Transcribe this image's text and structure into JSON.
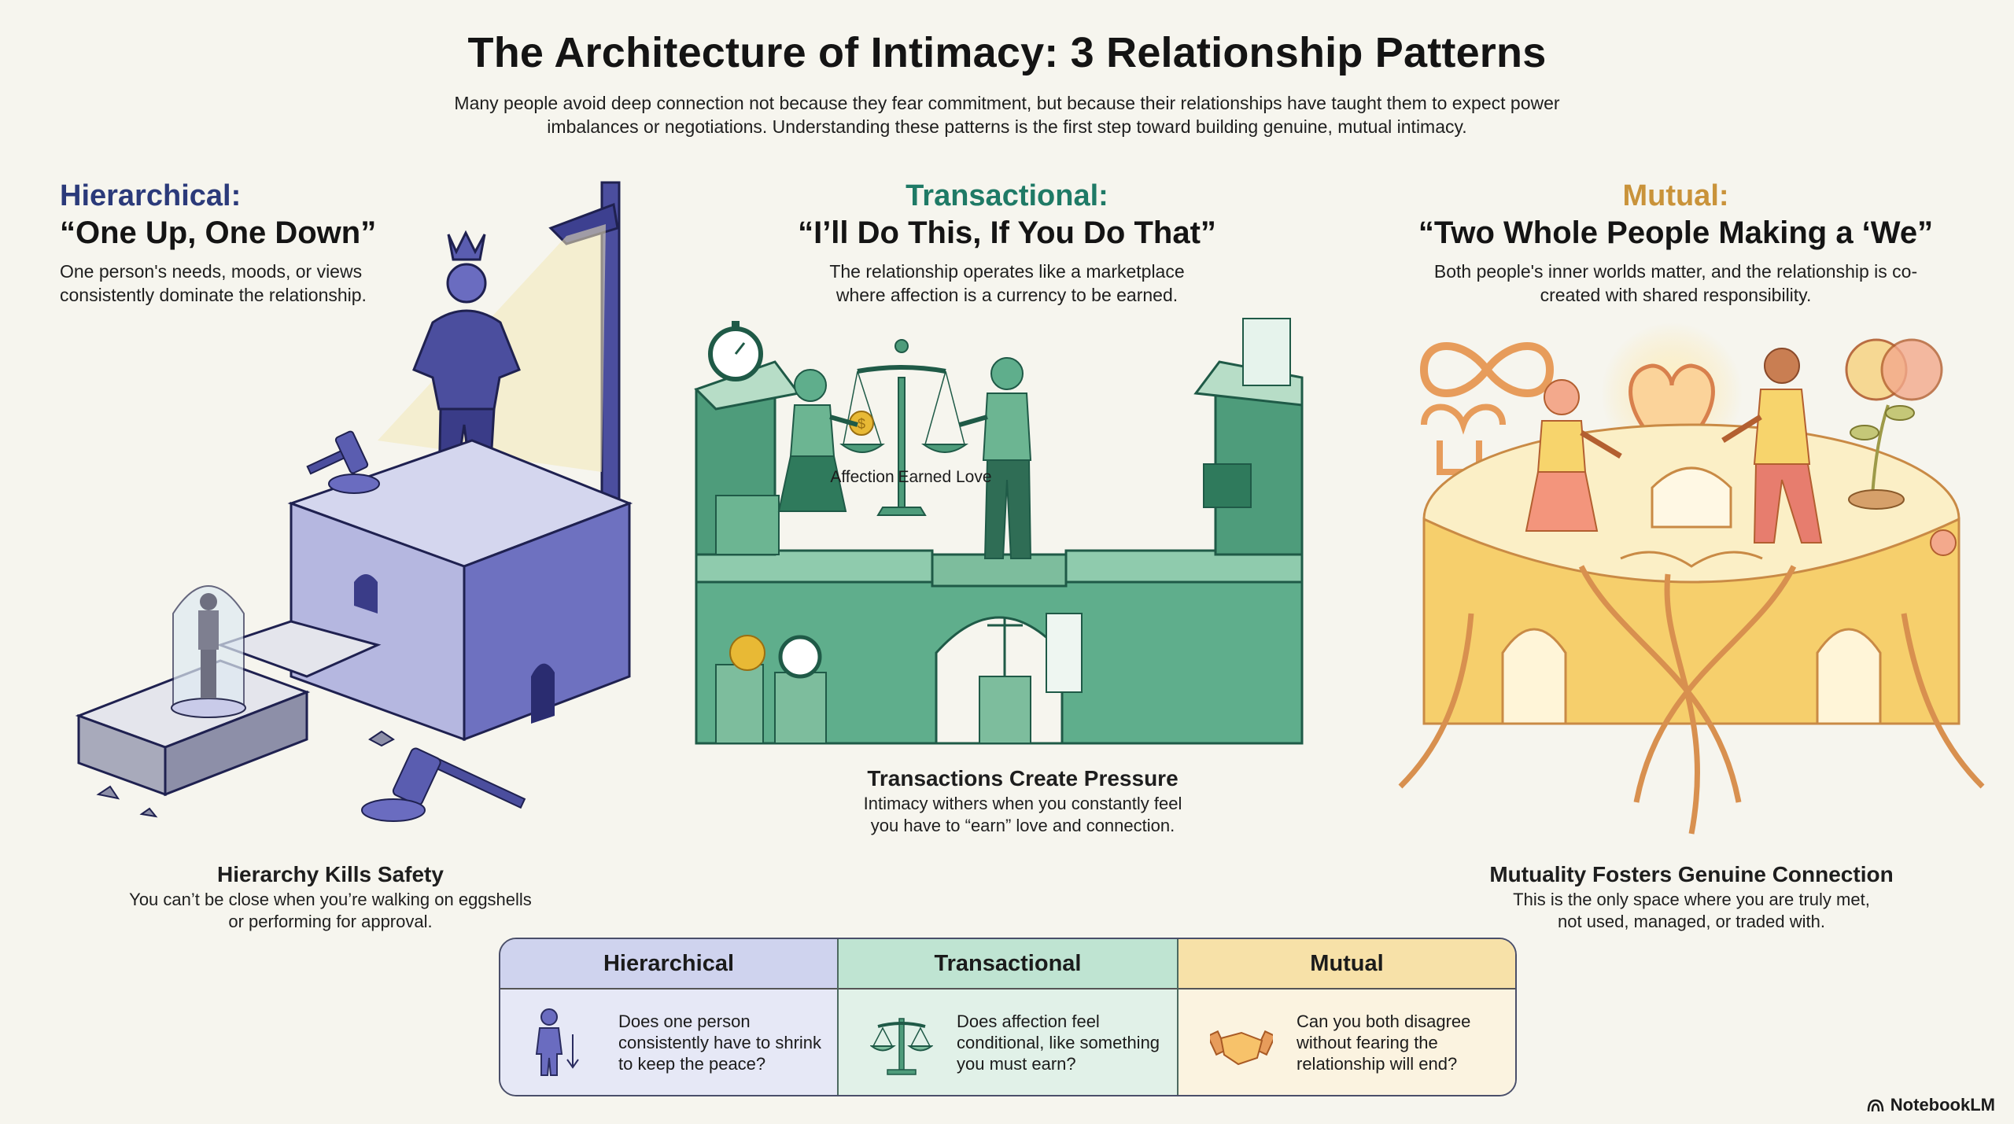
{
  "header": {
    "title": "The Architecture of Intimacy: 3 Relationship Patterns",
    "intro": "Many people avoid deep connection not because they fear commitment, but because their relationships have taught them to expect power imbalances or negotiations. Understanding these patterns is the first step toward building genuine, mutual intimacy."
  },
  "patterns": [
    {
      "kicker": "Hierarchical:",
      "quote": "“One Up, One Down”",
      "description": "One person's needs, moods, or views consistently dominate the relationship.",
      "caption_title": "Hierarchy Kills Safety",
      "caption_body": "You can’t be close when you’re walking on eggshells or performing for approval.",
      "accent": "#2b3a7a",
      "illustration": [
        "crown-icon",
        "spotlight-icon",
        "gavel-icon",
        "glass-dome-icon",
        "cracked-pedestal-icon"
      ]
    },
    {
      "kicker": "Transactional:",
      "quote": "“I’ll Do This, If You Do That”",
      "description": "The relationship operates like a marketplace where affection is a currency to be earned.",
      "caption_title": "Transactions Create Pressure",
      "caption_body": "Intimacy withers when you constantly feel you have to “earn” love and connection.",
      "accent": "#1f7a66",
      "illustration_labels": [
        "Affection",
        "Earned Love"
      ],
      "illustration": [
        "stopwatch-icon",
        "market-stall-icon",
        "balance-scale-icon",
        "coin-icon",
        "receipt-icon",
        "bridge-icon"
      ]
    },
    {
      "kicker": "Mutual:",
      "quote": "“Two Whole People Making a ‘We”",
      "description": "Both people's inner worlds matter, and the relationship is co-created with shared responsibility.",
      "caption_title": "Mutuality Fosters Genuine Connection",
      "caption_body": "This is the only space where you are truly met, not used, managed, or traded with.",
      "accent": "#c9933a",
      "illustration": [
        "infinity-icon",
        "heart-icon",
        "overlapping-circles-icon",
        "sprout-icon",
        "roots-icon",
        "open-book-icon"
      ]
    }
  ],
  "comparison": [
    {
      "header": "Hierarchical",
      "icon": "person-down-arrow-icon",
      "question": "Does one person consistently have to shrink to keep the peace?",
      "color": "#cfd3ee"
    },
    {
      "header": "Transactional",
      "icon": "balance-scale-icon",
      "question": "Does affection feel conditional, like something you must earn?",
      "color": "#bfe4d2"
    },
    {
      "header": "Mutual",
      "icon": "handshake-icon",
      "question": "Can you both disagree without fearing the relationship will end?",
      "color": "#f7e1a8"
    }
  ],
  "brand": "NotebookLM"
}
